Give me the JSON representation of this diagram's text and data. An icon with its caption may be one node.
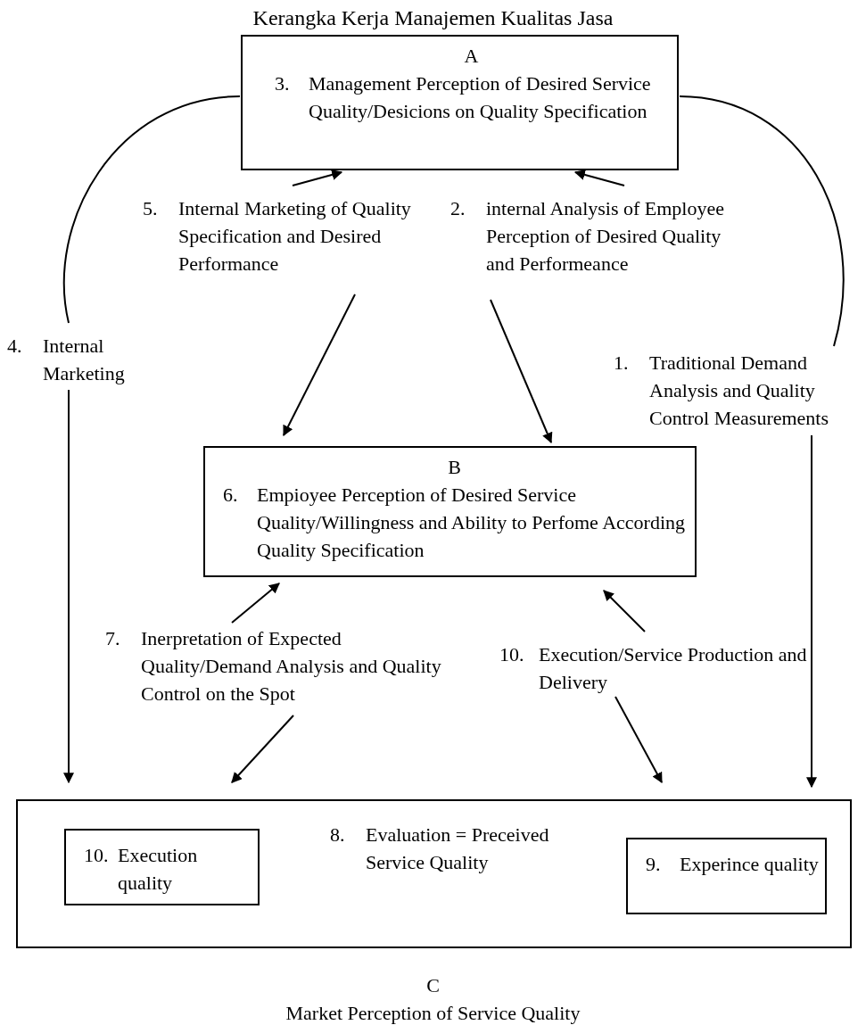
{
  "diagram": {
    "title": "Kerangka Kerja Manajemen Kualitas Jasa",
    "nodes": [
      {
        "text": [
          "A",
          "3. Management Perception of Desired Service Quality/Desicions on Quality Specification"
        ]
      },
      {
        "text": [
          "5. Internal Marketing of Quality Specification and Desired Performance"
        ]
      },
      {
        "text": [
          "2. internal Analysis of Employee Perception of Desired Quality and Performeance"
        ]
      },
      {
        "text": [
          "4. Internal Marketing"
        ]
      },
      {
        "text": [
          "1. Traditional Demand Analysis and Quality Control Measurements"
        ]
      },
      {
        "text": [
          "B",
          "6. Empioyee Perception of Desired Service Quality/Willingness and Ability to Perfome According Quality Specification"
        ]
      },
      {
        "text": [
          "7. Inerpretation of Expected Quality/Demand Analysis and Quality Control on the Spot"
        ]
      },
      {
        "text": [
          "10. Execution/Service Production and Delivery"
        ]
      },
      {
        "text": [
          "8. Evaluation = Preceived Service Quality"
        ],
        "beside": [
          "C",
          "Market Perception of Service Quality"
        ]
      },
      {
        "text": [
          "10. Execution quality"
        ],
        "in": 8
      },
      {
        "text": [
          "9. Experince quality"
        ],
        "in": 8
      }
    ],
    "edges": [
      {
        "from": 1,
        "to": 0,
        "arrow": "to"
      },
      {
        "from": 2,
        "to": 0,
        "arrow": "to"
      },
      {
        "from": 1,
        "to": 5,
        "arrow": "to"
      },
      {
        "from": 2,
        "to": 5,
        "arrow": "to"
      },
      {
        "from": 6,
        "to": 5,
        "arrow": "to"
      },
      {
        "from": 7,
        "to": 5,
        "arrow": "to"
      },
      {
        "from": 6,
        "to": 8,
        "arrow": "to"
      },
      {
        "from": 7,
        "to": 8,
        "arrow": "to"
      },
      {
        "from": 0,
        "to": 3,
        "arrow": "none"
      },
      {
        "from": 3,
        "to": 8,
        "arrow": "to"
      },
      {
        "from": 0,
        "to": 4,
        "arrow": "none"
      },
      {
        "from": 4,
        "to": 8,
        "arrow": "to"
      }
    ]
  }
}
